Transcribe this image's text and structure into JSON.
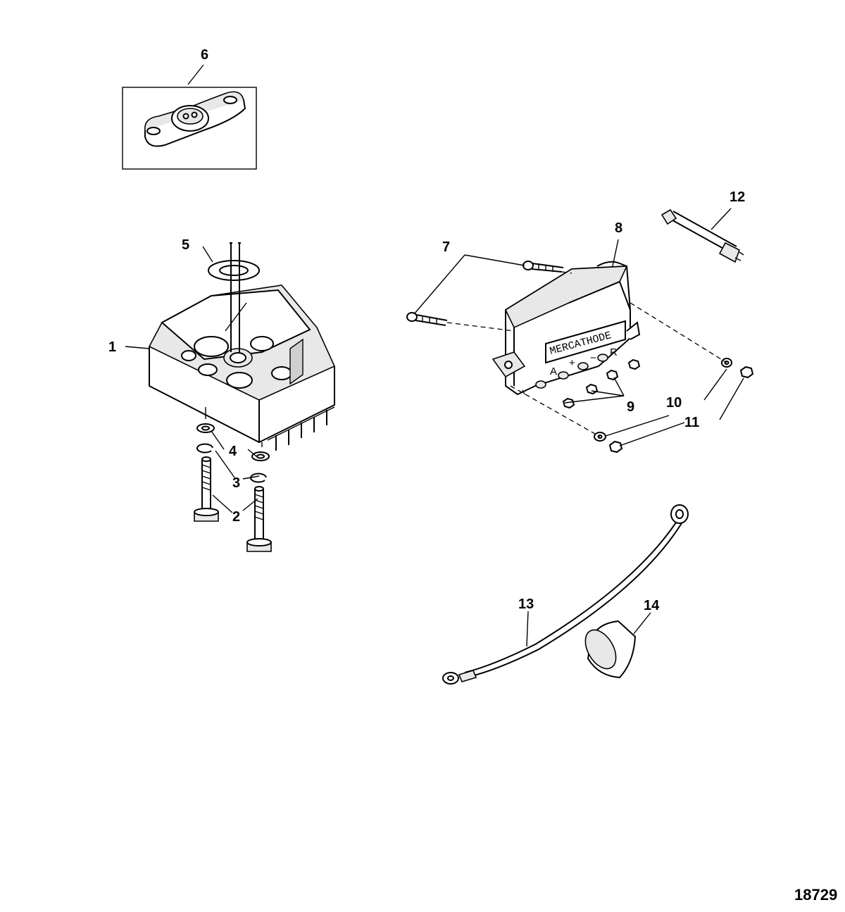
{
  "callouts": {
    "c1": "1",
    "c2": "2",
    "c3": "3",
    "c4": "4",
    "c5": "5",
    "c6": "6",
    "c7": "7",
    "c8": "8",
    "c9": "9",
    "c10": "10",
    "c11": "11",
    "c12": "12",
    "c13": "13",
    "c14": "14"
  },
  "regulator": {
    "brand": "MERCATHODE",
    "terminals": [
      "A",
      "+",
      "−",
      "R"
    ]
  },
  "figure_number": "18729"
}
